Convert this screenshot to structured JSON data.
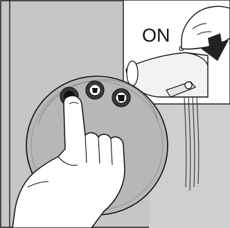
{
  "inset": {
    "label": "ON"
  },
  "panel": {
    "buttons": [
      {
        "icon": "espresso-cup-icon",
        "state": "pressed"
      },
      {
        "icon": "cup-icon",
        "state": "idle"
      },
      {
        "icon": "large-cup-icon",
        "state": "idle"
      }
    ]
  },
  "colors": {
    "background": "#c6c6c6",
    "panel_disc": "#b7b7b7",
    "button_dark": "#3a3a3a",
    "outline": "#111111",
    "inset_background": "#ffffff"
  }
}
